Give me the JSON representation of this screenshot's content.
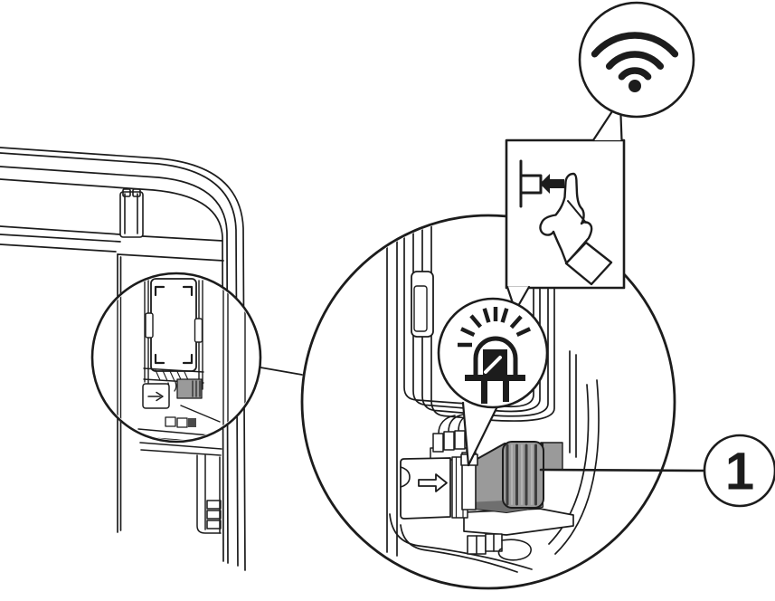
{
  "figure": {
    "type": "technical-illustration",
    "subject": "appliance wifi module location and pairing diagram",
    "background_color": "#ffffff",
    "line_color": "#1c1c1c",
    "white": "#ffffff",
    "callout": {
      "label": "1"
    },
    "icons": {
      "wifi_badge": "wifi-icon",
      "press_button": "press-button-hand-icon",
      "led_indicator": "led-indicator-icon"
    },
    "module_colors": {
      "body": "#9a9a9a",
      "bottom": "#6f6f6f",
      "rib_dark": "#3d3d3d",
      "rib_light": "#b2b2b2",
      "shadow_patch": "#9a9a9a",
      "mini_dark": "#4a4a4a"
    }
  }
}
